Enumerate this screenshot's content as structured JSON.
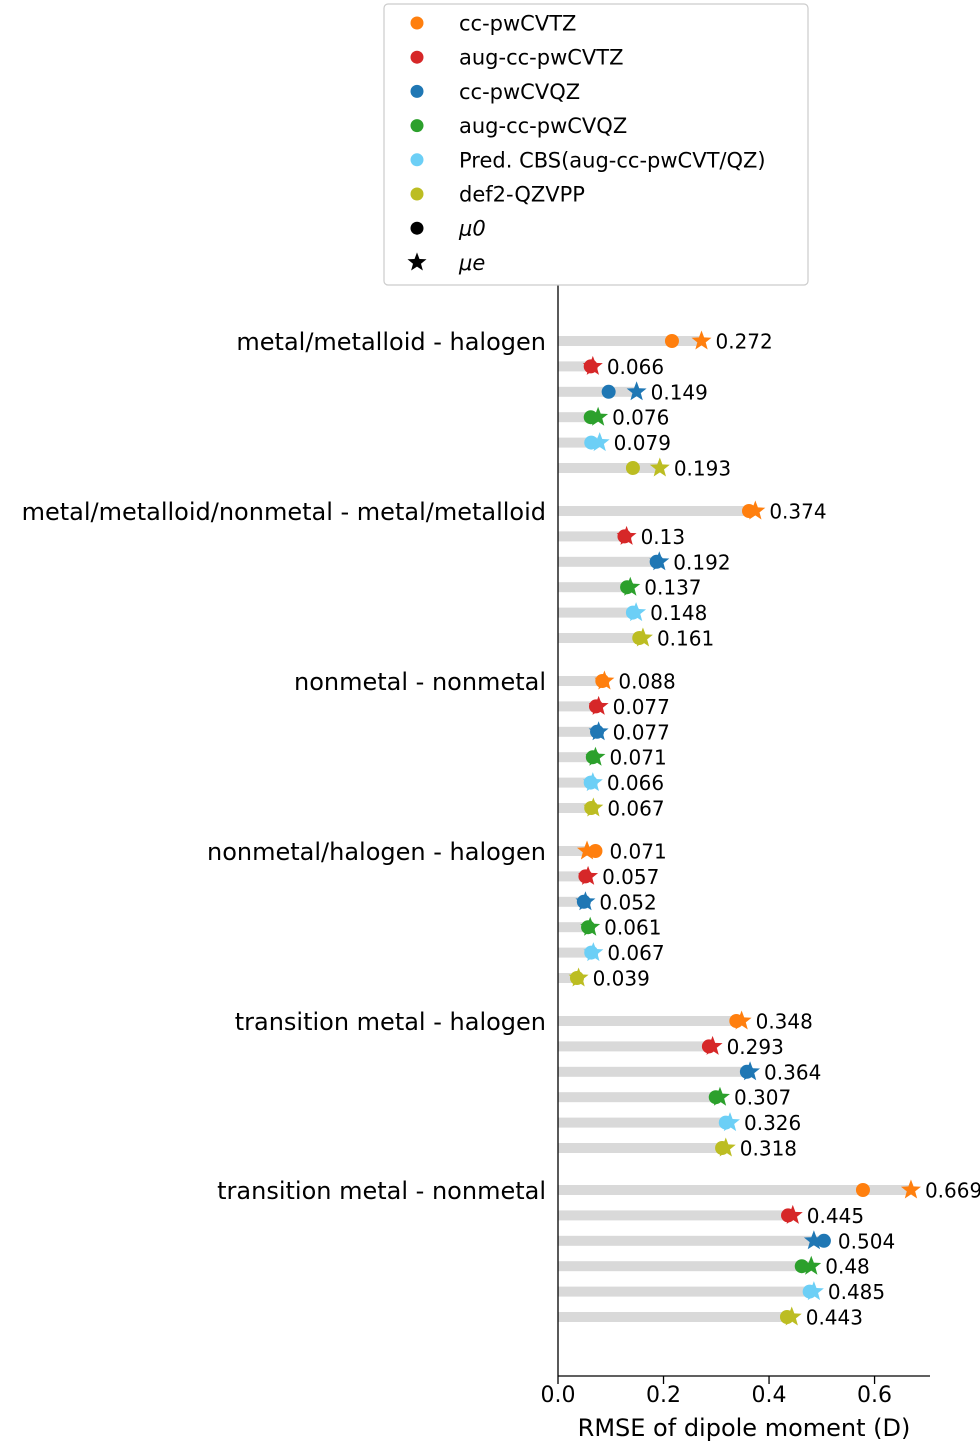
{
  "chart_data": {
    "type": "lollipop-dot",
    "xlabel": "RMSE of dipole moment (D)",
    "xlim": [
      0.0,
      0.73
    ],
    "xticks": [
      0.0,
      0.2,
      0.4,
      0.6
    ],
    "xtick_labels": [
      "0.0",
      "0.2",
      "0.4",
      "0.6"
    ],
    "legend_position": "top-center",
    "series": [
      {
        "name": "cc-pwCVTZ",
        "color": "#ff7f0e"
      },
      {
        "name": "aug-cc-pwCVTZ",
        "color": "#d62728"
      },
      {
        "name": "cc-pwCVQZ",
        "color": "#1f77b4"
      },
      {
        "name": "aug-cc-pwCVQZ",
        "color": "#2ca02c"
      },
      {
        "name": "Pred. CBS(aug-cc-pwCVT/QZ)",
        "color": "#6ccff6"
      },
      {
        "name": "def2-QZVPP",
        "color": "#bcbd22"
      }
    ],
    "markers": [
      {
        "name": "μ0",
        "symbol": "circle"
      },
      {
        "name": "μe",
        "symbol": "star"
      }
    ],
    "groups": [
      {
        "name": "metal/metalloid - halogen",
        "mu0": [
          0.216,
          0.062,
          0.096,
          0.062,
          0.063,
          0.142
        ],
        "mue": [
          0.272,
          0.066,
          0.149,
          0.076,
          0.079,
          0.193
        ],
        "labels": [
          "0.272",
          "0.066",
          "0.149",
          "0.076",
          "0.079",
          "0.193"
        ]
      },
      {
        "name": "metal/metalloid/nonmetal - metal/metalloid",
        "mu0": [
          0.362,
          0.126,
          0.187,
          0.131,
          0.142,
          0.154
        ],
        "mue": [
          0.374,
          0.13,
          0.192,
          0.137,
          0.148,
          0.161
        ],
        "labels": [
          "0.374",
          "0.13",
          "0.192",
          "0.137",
          "0.148",
          "0.161"
        ]
      },
      {
        "name": "nonmetal - nonmetal",
        "mu0": [
          0.084,
          0.072,
          0.074,
          0.066,
          0.062,
          0.063
        ],
        "mue": [
          0.088,
          0.077,
          0.077,
          0.071,
          0.066,
          0.067
        ],
        "labels": [
          "0.088",
          "0.077",
          "0.077",
          "0.071",
          "0.066",
          "0.067"
        ]
      },
      {
        "name": "nonmetal/halogen - halogen",
        "mu0": [
          0.071,
          0.052,
          0.049,
          0.057,
          0.063,
          0.036
        ],
        "mue": [
          0.055,
          0.057,
          0.052,
          0.061,
          0.067,
          0.039
        ],
        "labels": [
          "0.071",
          "0.057",
          "0.052",
          "0.061",
          "0.067",
          "0.039"
        ]
      },
      {
        "name": "transition metal - halogen",
        "mu0": [
          0.338,
          0.286,
          0.358,
          0.299,
          0.318,
          0.311
        ],
        "mue": [
          0.348,
          0.293,
          0.364,
          0.307,
          0.326,
          0.318
        ],
        "labels": [
          "0.348",
          "0.293",
          "0.364",
          "0.307",
          "0.326",
          "0.318"
        ]
      },
      {
        "name": "transition metal - nonmetal",
        "mu0": [
          0.578,
          0.436,
          0.504,
          0.462,
          0.477,
          0.434
        ],
        "mue": [
          0.669,
          0.445,
          0.485,
          0.48,
          0.485,
          0.443
        ],
        "labels": [
          "0.669",
          "0.445",
          "0.504",
          "0.48",
          "0.485",
          "0.443"
        ]
      }
    ]
  }
}
